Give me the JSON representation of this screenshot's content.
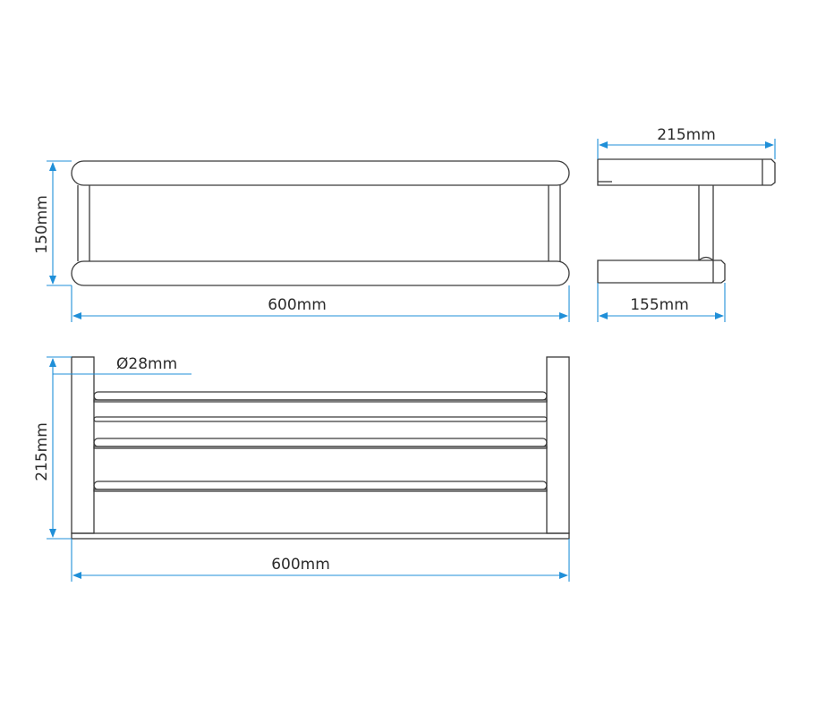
{
  "dimensions": {
    "top_view_height": "150mm",
    "top_view_width": "600mm",
    "side_view_depth": "215mm",
    "side_view_bracket": "155mm",
    "tube_diameter": "Ø28mm",
    "front_view_height": "215mm",
    "front_view_width": "600mm"
  },
  "colors": {
    "dimension_lines": "#1f8fd8",
    "part_outline": "#3a3a3a",
    "label_text": "#2b2b2b"
  }
}
